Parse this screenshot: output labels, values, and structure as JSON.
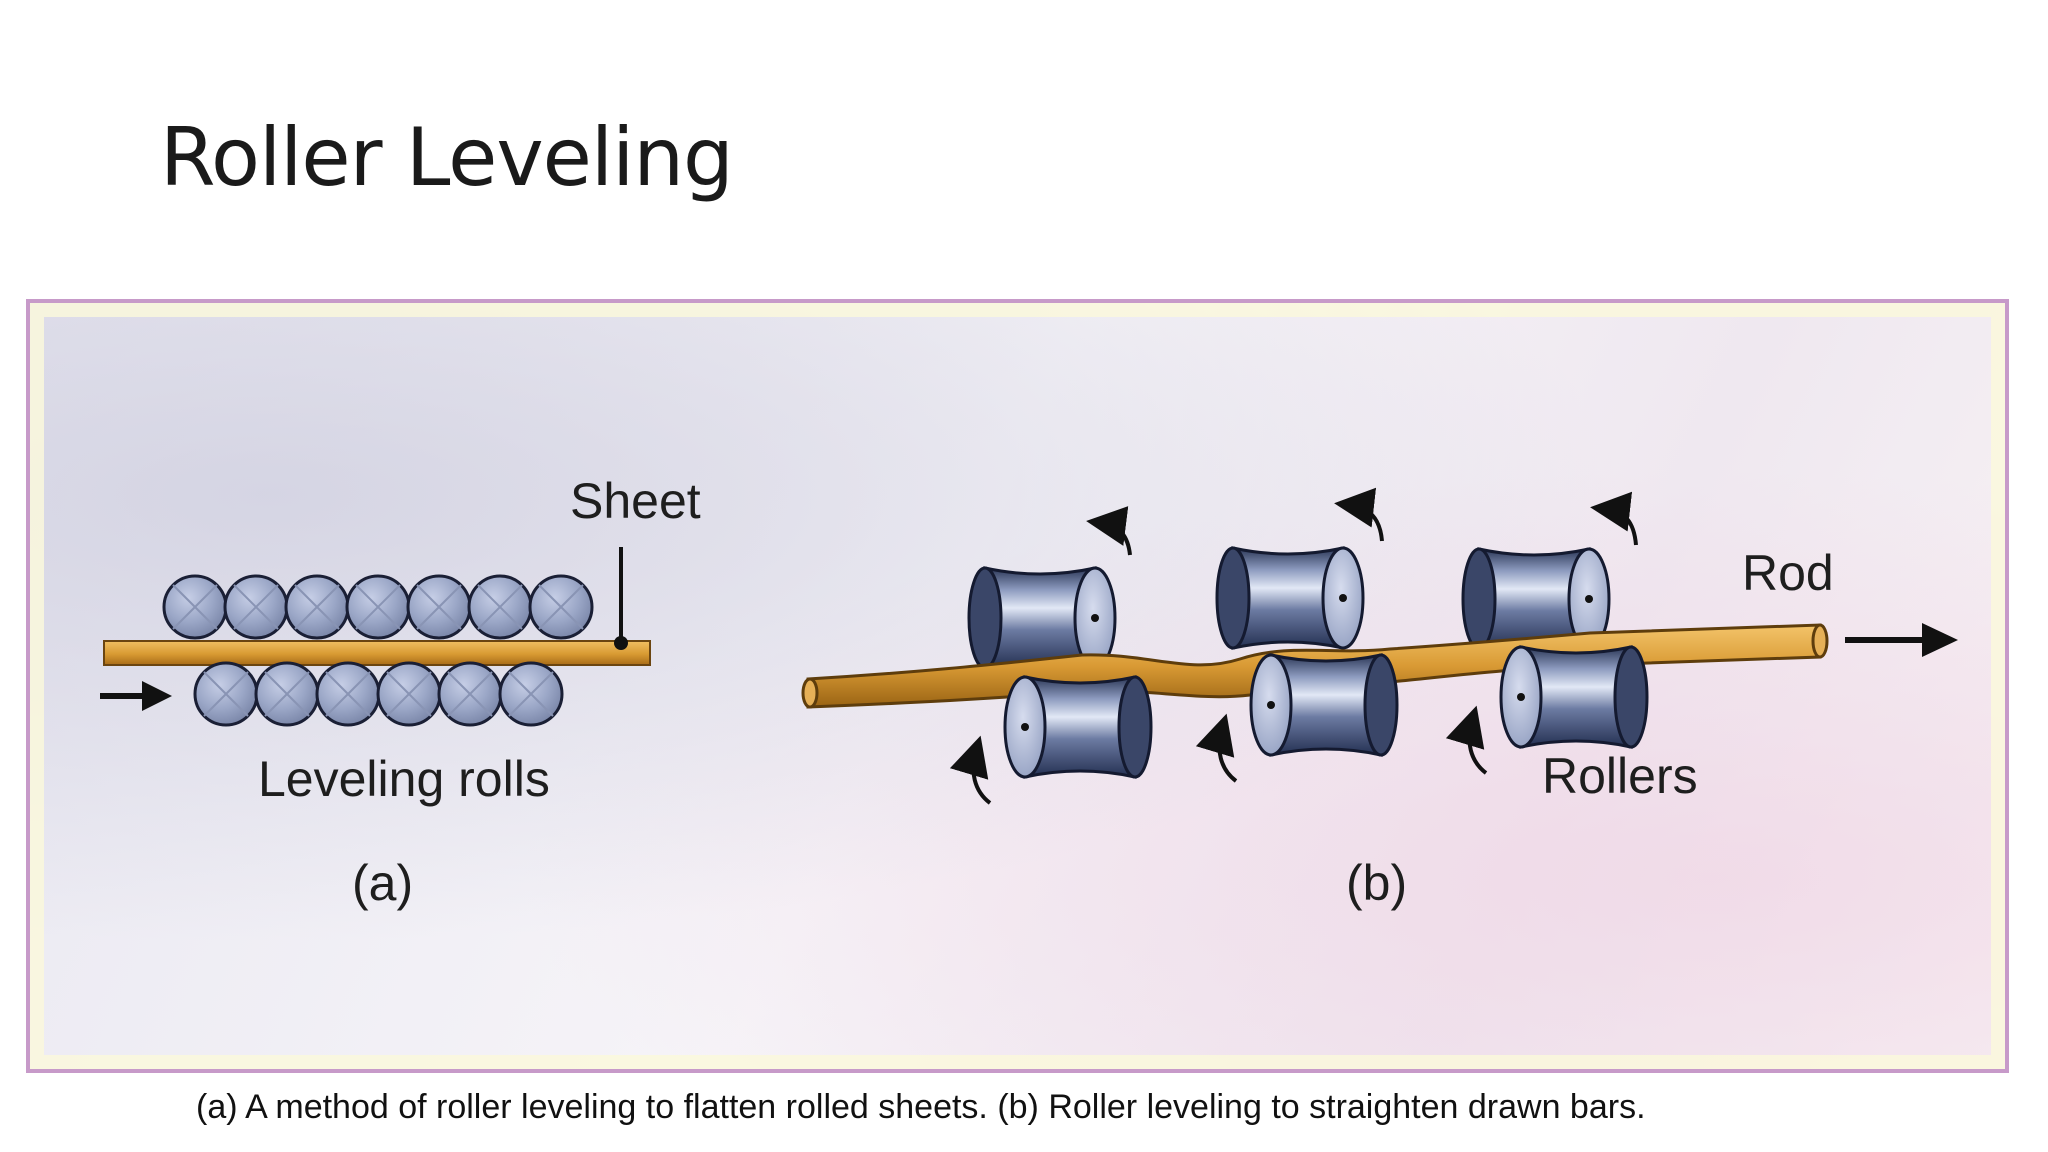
{
  "slide": {
    "title": "Roller Leveling",
    "caption": "(a) A method of roller leveling to flatten rolled sheets. (b)  Roller leveling to straighten drawn bars."
  },
  "diagram": {
    "panel_a": {
      "sheet_label": "Sheet",
      "rolls_label": "Leveling rolls",
      "panel_label": "(a)",
      "top_roll_count": 7,
      "bottom_roll_count": 6
    },
    "panel_b": {
      "rod_label": "Rod",
      "rollers_label": "Rollers",
      "panel_label": "(b)",
      "upper_roller_count": 3,
      "lower_roller_count": 3
    }
  },
  "colors": {
    "sheet": "#d89a32",
    "roll": "#9aa6c6",
    "roller_body": "#5a6a90",
    "frame": "#c79ac9"
  }
}
